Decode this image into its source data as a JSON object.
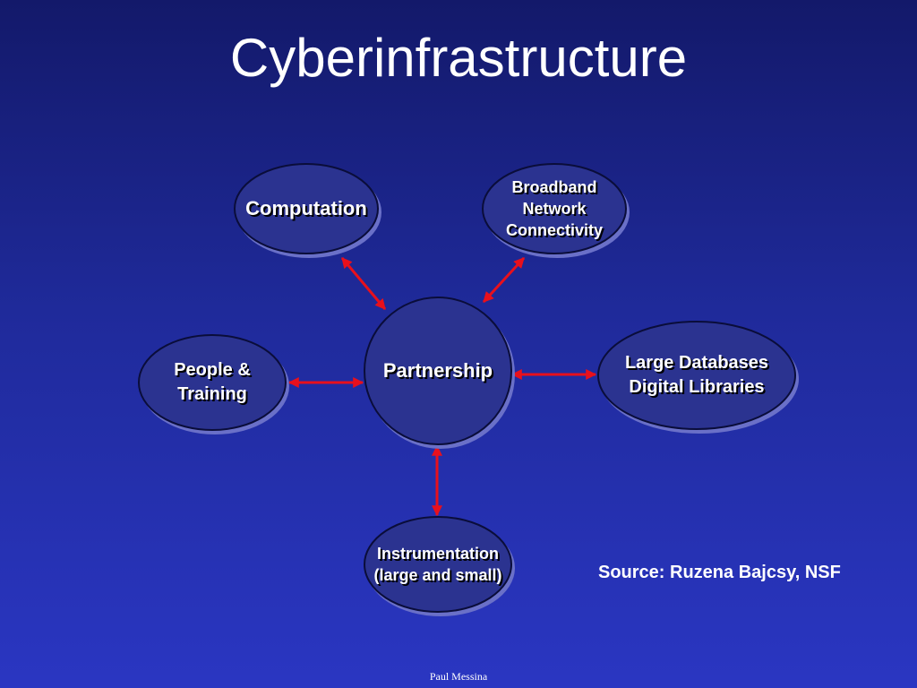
{
  "slide": {
    "title": "Cyberinfrastructure",
    "source": "Source: Ruzena Bajcsy, NSF",
    "footer": "Paul Messina"
  },
  "colors": {
    "arrow": "#e8101c",
    "node_fill": "#2b3390",
    "node_stroke": "#0a0d3a",
    "node_shadow": "#6a70c8"
  },
  "diagram": {
    "center": {
      "id": "partnership",
      "label": "Partnership"
    },
    "nodes": [
      {
        "id": "computation",
        "label": "Computation"
      },
      {
        "id": "broadband",
        "label": "Broadband\nNetwork\nConnectivity"
      },
      {
        "id": "people",
        "label": "People &\nTraining"
      },
      {
        "id": "databases",
        "label": "Large Databases\nDigital Libraries"
      },
      {
        "id": "instrumentation",
        "label": "Instrumentation\n(large and small)"
      }
    ],
    "links": [
      {
        "from": "partnership",
        "to": "computation",
        "bidirectional": true
      },
      {
        "from": "partnership",
        "to": "broadband",
        "bidirectional": true
      },
      {
        "from": "partnership",
        "to": "people",
        "bidirectional": true
      },
      {
        "from": "partnership",
        "to": "databases",
        "bidirectional": true
      },
      {
        "from": "partnership",
        "to": "instrumentation",
        "bidirectional": true
      }
    ]
  }
}
